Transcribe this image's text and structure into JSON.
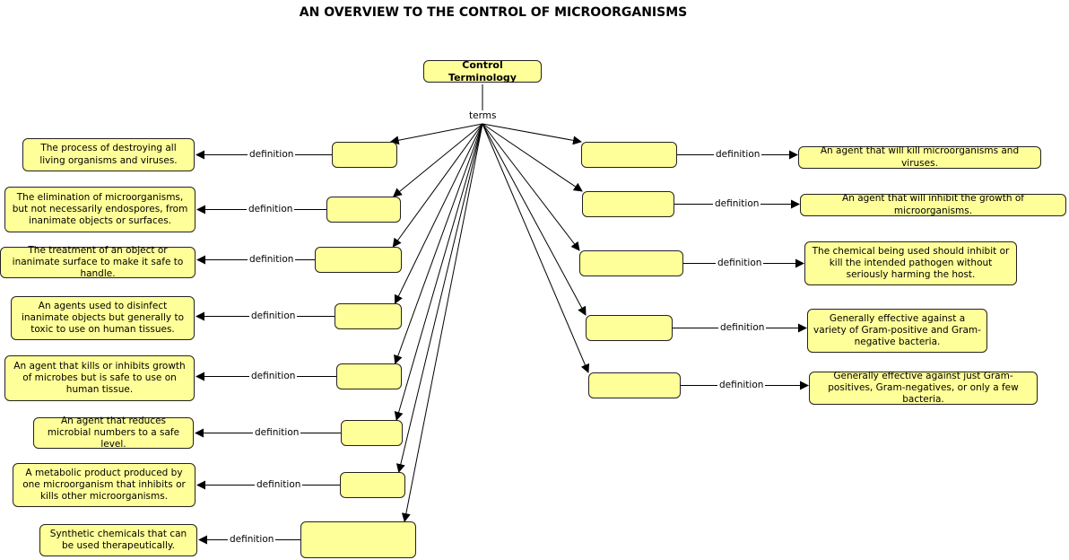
{
  "title": "AN OVERVIEW TO THE CONTROL OF MICROORGANISMS",
  "root": "Control Terminology",
  "hub_label": "terms",
  "link_label": "definition",
  "left_terms": [
    {
      "term": "",
      "definition": "The process of destroying all living organisms and viruses."
    },
    {
      "term": "",
      "definition": "The elimination of microorganisms, but not necessarily endospores, from inanimate objects or surfaces."
    },
    {
      "term": "",
      "definition": "The treatment of an object or inanimate surface to make it safe to handle."
    },
    {
      "term": "",
      "definition": "An agents used to disinfect inanimate objects but generally to toxic to use on human tissues."
    },
    {
      "term": "",
      "definition": "An agent that kills or inhibits growth of microbes but is safe to use on human tissue."
    },
    {
      "term": "",
      "definition": "An agent that reduces microbial numbers to a safe level."
    },
    {
      "term": "",
      "definition": "A metabolic product produced by one microorganism that inhibits or kills other microorganisms."
    },
    {
      "term": "",
      "definition": "Synthetic chemicals that can be used therapeutically."
    }
  ],
  "right_terms": [
    {
      "term": "",
      "definition": "An agent that will kill microorganisms and viruses."
    },
    {
      "term": "",
      "definition": "An agent that will inhibit the growth of microorganisms."
    },
    {
      "term": "",
      "definition": "The chemical being used should inhibit or kill the intended pathogen without seriously harming the host."
    },
    {
      "term": "",
      "definition": "Generally effective against a variety of Gram-positive and Gram-negative bacteria."
    },
    {
      "term": "",
      "definition": "Generally effective against just Gram-positives, Gram-negatives, or only a few bacteria."
    }
  ]
}
